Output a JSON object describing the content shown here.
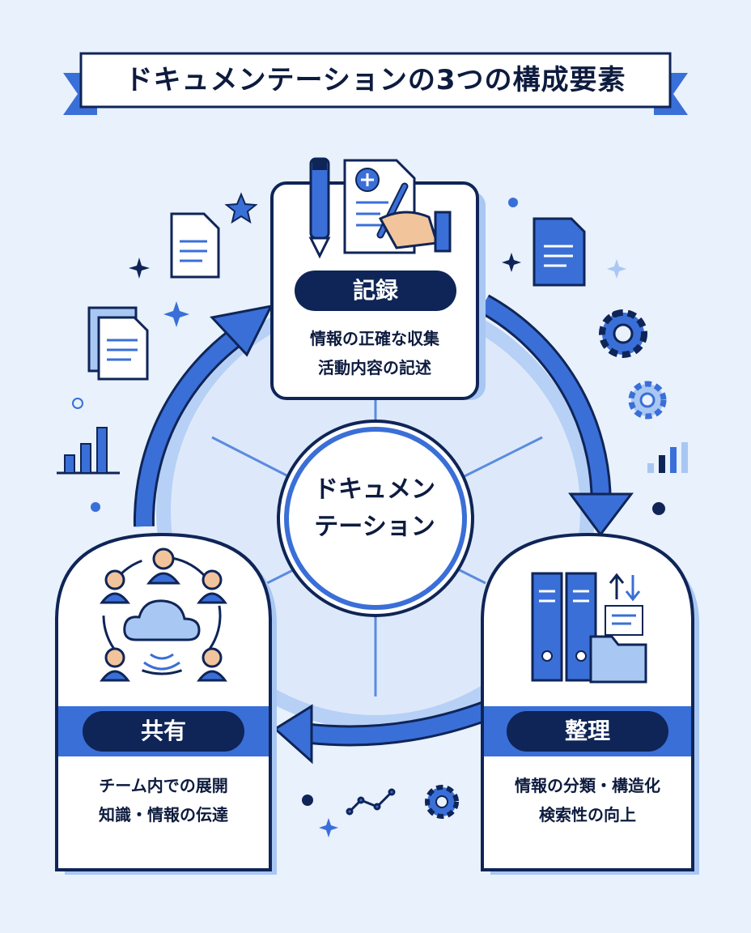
{
  "title": "ドキュメンテーションの3つの構成要素",
  "center": {
    "line1": "ドキュメン",
    "line2": "テーション"
  },
  "nodes": {
    "record": {
      "label": "記録",
      "desc1": "情報の正確な収集",
      "desc2": "活動内容の記述"
    },
    "organize": {
      "label": "整理",
      "desc1": "情報の分類・構造化",
      "desc2": "検索性の向上"
    },
    "share": {
      "label": "共有",
      "desc1": "チーム内での展開",
      "desc2": "知識・情報の伝達"
    }
  },
  "colors": {
    "background": "#e8f1fc",
    "navy": "#0f2557",
    "blue": "#3a6fd8",
    "light_blue": "#a9c7f3",
    "ring": "#b7d0f5"
  },
  "icons": [
    "pen-icon",
    "document-edit-icon",
    "binder-icon",
    "folder-icon",
    "sort-arrows-icon",
    "people-icon",
    "cloud-icon",
    "gear-icon",
    "bar-chart-icon",
    "star-icon",
    "sparkle-icon",
    "document-icon"
  ]
}
